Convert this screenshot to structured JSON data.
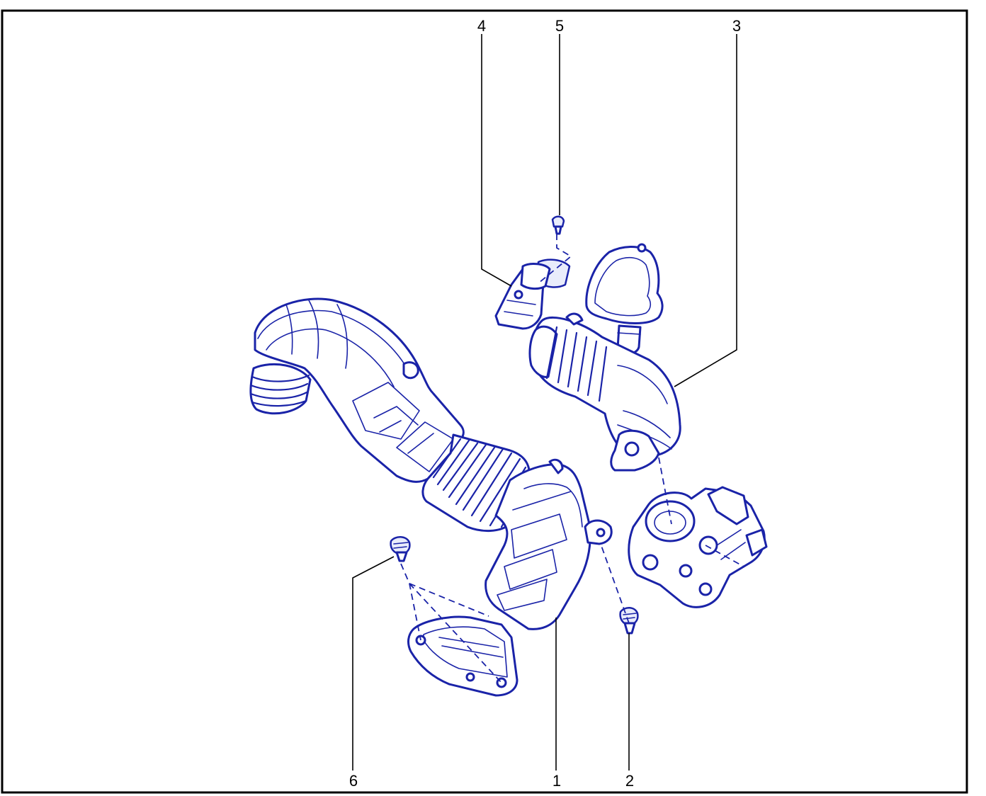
{
  "callouts": [
    {
      "id": "1",
      "label": "1"
    },
    {
      "id": "2",
      "label": "2"
    },
    {
      "id": "3",
      "label": "3"
    },
    {
      "id": "4",
      "label": "4"
    },
    {
      "id": "5",
      "label": "5"
    },
    {
      "id": "6",
      "label": "6"
    }
  ],
  "colors": {
    "line_art": "#1a23a8",
    "frame": "#000000",
    "background": "#ffffff"
  }
}
